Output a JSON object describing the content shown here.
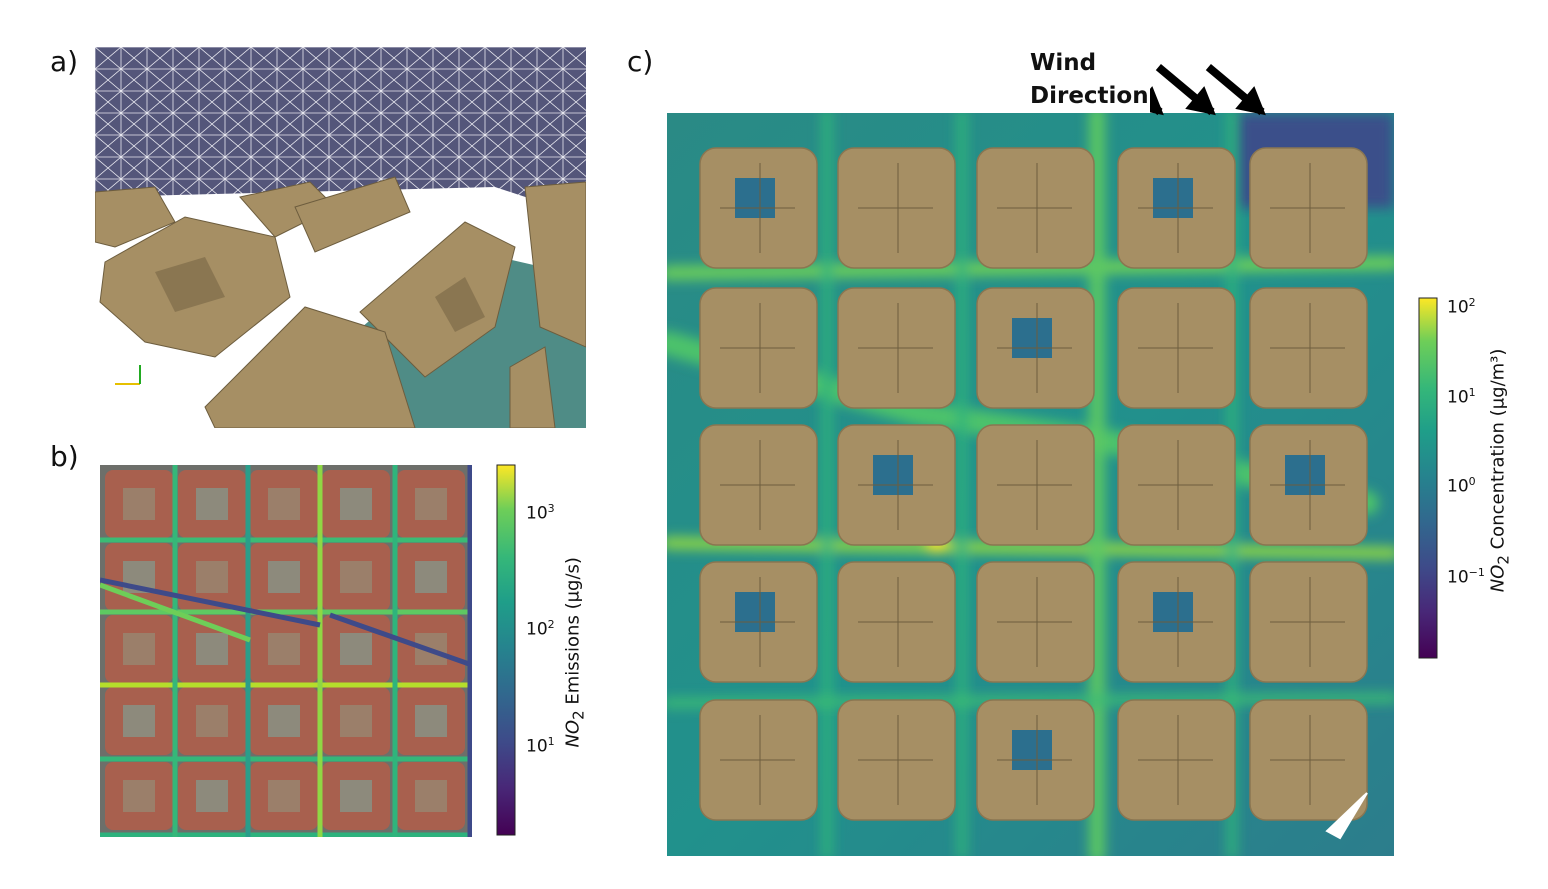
{
  "panels": {
    "a": {
      "label": "a)"
    },
    "b": {
      "label": "b)",
      "colorbar": {
        "label_prefix": "NO",
        "label_sub": "2",
        "label_main": " Emissions (µg/s)",
        "ticks": [
          {
            "base": "10",
            "exp": "3"
          },
          {
            "base": "10",
            "exp": "2"
          },
          {
            "base": "10",
            "exp": "1"
          }
        ],
        "colormap": "viridis"
      }
    },
    "c": {
      "label": "c)",
      "wind_line1": "Wind",
      "wind_line2": "Direction",
      "colorbar": {
        "label_prefix": "NO",
        "label_sub": "2",
        "label_main": " Concentration (µg/m³)",
        "ticks": [
          {
            "base": "10",
            "exp": "2"
          },
          {
            "base": "10",
            "exp": "1"
          },
          {
            "base": "10",
            "exp": "0"
          },
          {
            "base": "10",
            "exp": "−1"
          }
        ],
        "colormap": "viridis"
      }
    }
  },
  "colors": {
    "building": "#a68f64",
    "mesh_bg": "#54567a",
    "ground": "#4f8c86",
    "roof": "#a8604e"
  }
}
